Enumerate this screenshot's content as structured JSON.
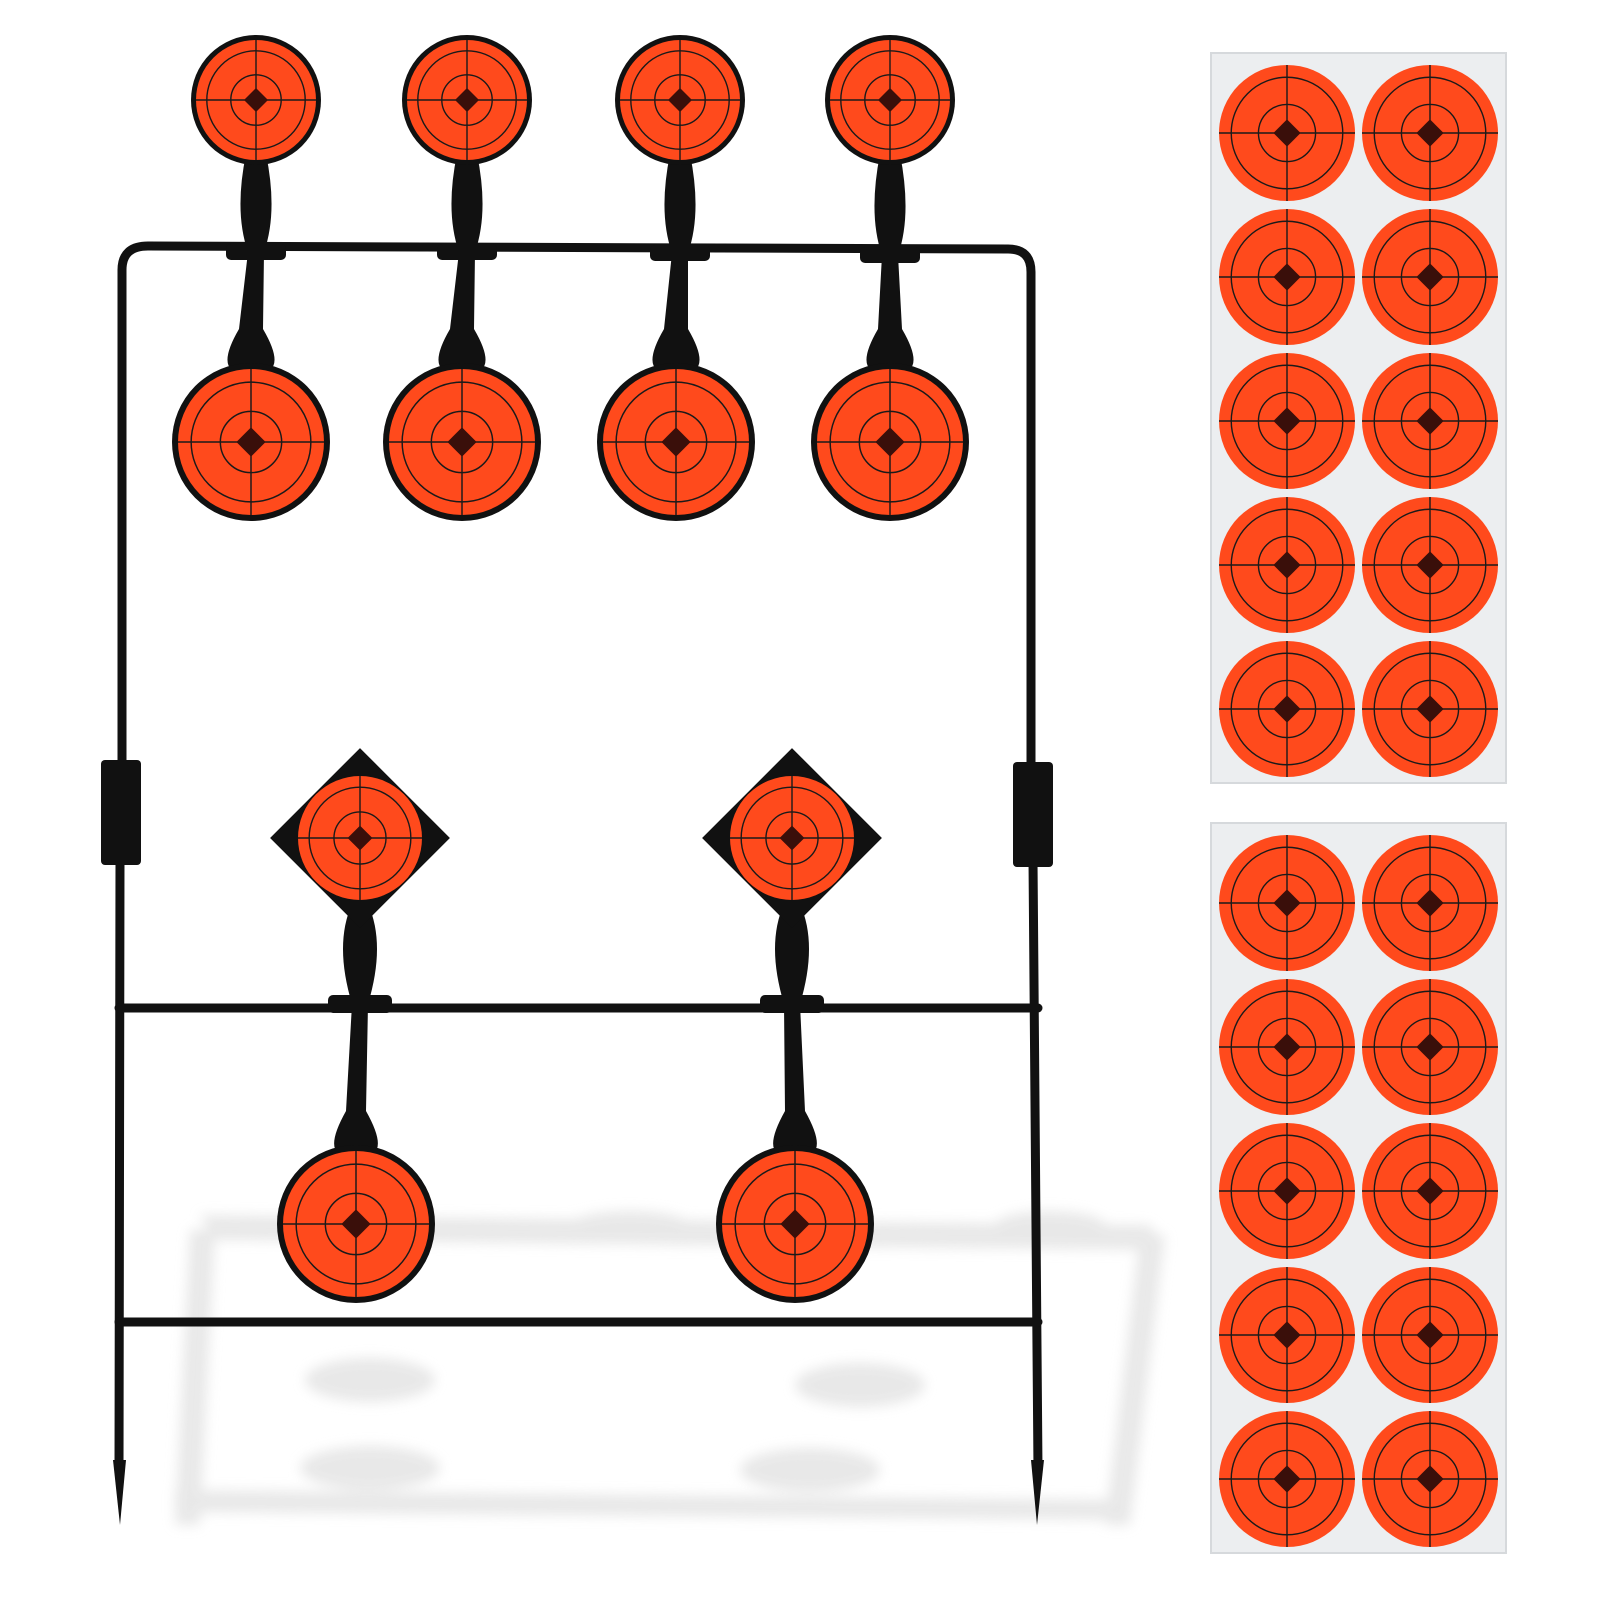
{
  "colors": {
    "background": "#ffffff",
    "frame": "#111111",
    "target_orange": "#ff4a1c",
    "target_lines": "#1a1a1a",
    "center_mark": "#3a0f0a",
    "sticker_sheet": "#eceef0",
    "shadow": "#e6e6e6"
  },
  "product": {
    "spinner_target_stand": {
      "upper_paddles": 4,
      "upper_paddle_targets_per_paddle": 2,
      "lower_paddles": 2,
      "lower_paddle_top_shape": "diamond",
      "lower_paddle_bottom_shape": "round",
      "ground_stakes": 2
    },
    "sticker_sheets": [
      {
        "rows": 5,
        "columns": 2
      },
      {
        "rows": 5,
        "columns": 2
      }
    ]
  }
}
